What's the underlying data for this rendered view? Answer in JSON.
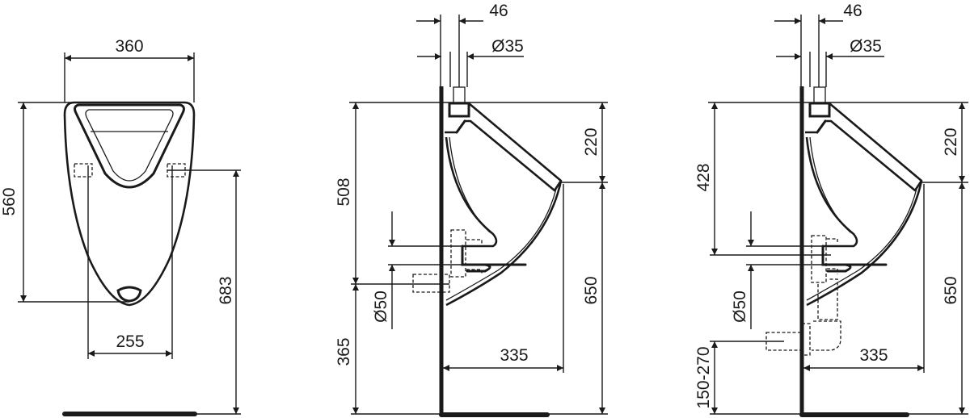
{
  "drawing": {
    "type": "technical-dimension-drawing",
    "subject": "wall-hung urinal",
    "units": "mm",
    "line_color": "#1a1a1a",
    "background": "#ffffff"
  },
  "views": {
    "front": {
      "width_top": "360",
      "height_body": "560",
      "inlet_height": "683",
      "fixing_spacing": "255"
    },
    "side_rear_outlet": {
      "inlet_offset": "46",
      "inlet_diameter": "Ø35",
      "top_to_rim": "220",
      "top_to_outlet": "508",
      "outlet_height": "365",
      "outlet_diameter": "Ø50",
      "rim_height": "650",
      "projection": "335"
    },
    "side_bottom_outlet": {
      "inlet_offset": "46",
      "inlet_diameter": "Ø35",
      "top_to_rim": "220",
      "top_to_outlet": "428",
      "outlet_diameter": "Ø50",
      "rim_height": "650",
      "projection": "335",
      "trap_outlet_height": "150-270"
    }
  }
}
